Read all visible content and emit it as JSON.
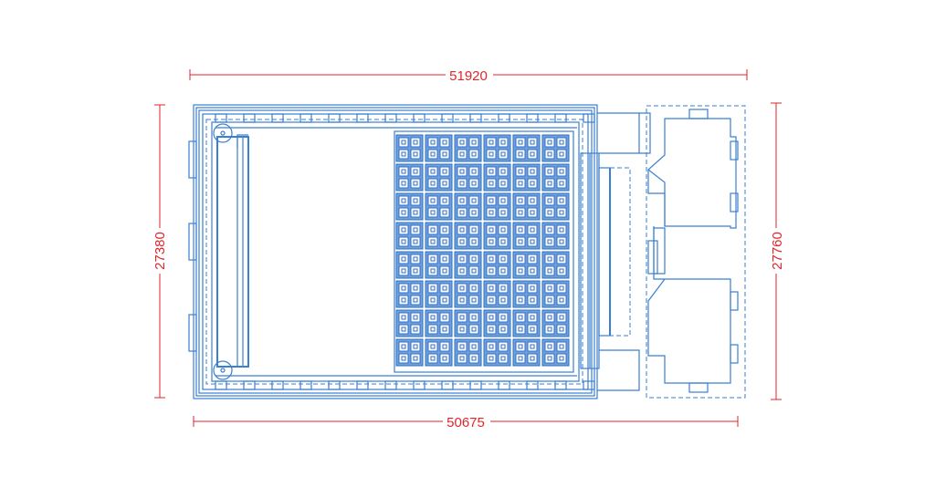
{
  "dimensions": {
    "top_width": "51920",
    "bottom_width": "50675",
    "left_height": "27380",
    "right_height": "27760"
  },
  "colors": {
    "linework": "#3a7fd0",
    "dimension": "#e0262b",
    "coffer_fill": "#6fa0e0"
  }
}
